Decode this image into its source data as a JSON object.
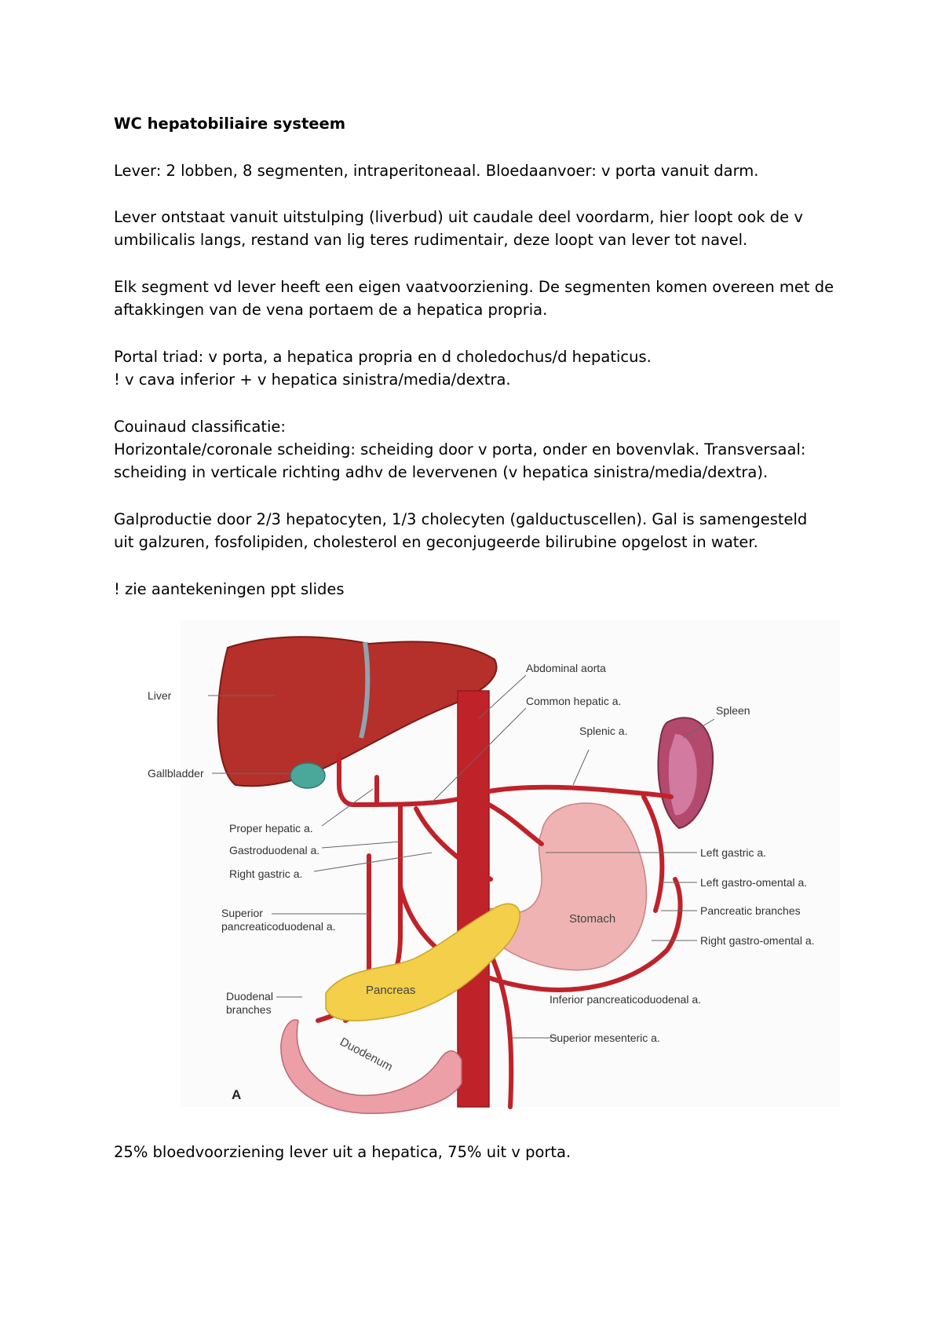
{
  "document": {
    "title": "WC hepatobiliaire systeem",
    "paragraphs": [
      [
        "Lever: 2 lobben, 8 segmenten, intraperitoneaal. Bloedaanvoer: v porta vanuit darm."
      ],
      [
        "Lever ontstaat vanuit uitstulping (liverbud) uit caudale deel voordarm, hier loopt ook de v",
        "umbilicalis langs, restand van lig teres rudimentair, deze loopt van lever tot navel."
      ],
      [
        "Elk segment vd lever heeft een eigen vaatvoorziening. De segmenten komen overeen met de",
        "aftakkingen van de vena portaem de a hepatica propria."
      ],
      [
        "Portal triad: v porta, a hepatica propria en d choledochus/d hepaticus.",
        "! v cava inferior + v hepatica sinistra/media/dextra."
      ],
      [
        "Couinaud classificatie:",
        "Horizontale/coronale scheiding: scheiding door v porta, onder en bovenvlak. Transversaal:",
        "scheiding in verticale richting adhv de levervenen (v hepatica sinistra/media/dextra)."
      ],
      [
        "Galproductie door 2/3 hepatocyten, 1/3 cholecyten (galductuscellen). Gal is samengesteld",
        "uit galzuren, fosfolipiden, cholesterol en geconjugeerde bilirubine opgelost in water."
      ],
      [
        "! zie aantekeningen ppt slides"
      ]
    ],
    "footer_line": "25% bloedvoorziening lever uit a hepatica, 75% uit v porta."
  },
  "figure": {
    "panel_label": "A",
    "labels": {
      "liver": "Liver",
      "gallbladder": "Gallbladder",
      "abdominal_aorta": "Abdominal aorta",
      "common_hepatic": "Common hepatic a.",
      "splenic_a": "Splenic a.",
      "spleen": "Spleen",
      "proper_hepatic": "Proper hepatic a.",
      "gastroduodenal": "Gastroduodenal a.",
      "right_gastric": "Right gastric a.",
      "left_gastric": "Left gastric a.",
      "left_gastro_omental": "Left gastro-omental a.",
      "superior_pd_line1": "Superior",
      "superior_pd_line2": "pancreaticoduodenal a.",
      "pancreatic_branches": "Pancreatic branches",
      "right_gastro_omental": "Right gastro-omental a.",
      "duodenal_line1": "Duodenal",
      "duodenal_line2": "branches",
      "inferior_pd": "Inferior pancreaticoduodenal a.",
      "superior_mesenteric": "Superior mesenteric a."
    },
    "organs": {
      "stomach": "Stomach",
      "pancreas": "Pancreas",
      "duodenum": "Duodenum"
    },
    "colors": {
      "liver": "#b5302a",
      "artery": "#c0222a",
      "gallbladder": "#4aa89a",
      "stomach": "#f0b3b3",
      "pancreas": "#f3cf4a",
      "spleen": "#b34a6e",
      "duodenum": "#ec9fa6"
    }
  }
}
